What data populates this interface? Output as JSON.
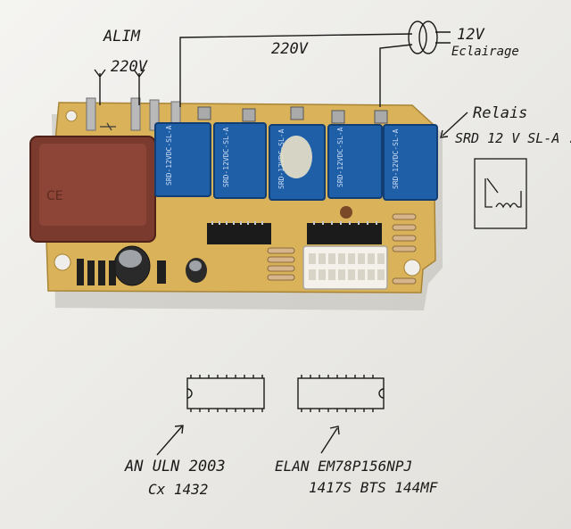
{
  "annotations": {
    "alim": "ALIM",
    "alim_voltage": "220V",
    "supply_wire": "220V",
    "lamp_voltage": "12V",
    "lamp_name": "Eclairage",
    "relay_title": "Relais",
    "relay_model": "SRD 12 V SL-A .",
    "chip_left_line1": "AN ULN 2003",
    "chip_left_line2": "Cx 1432",
    "chip_right_line1": "ELAN EM78P156NPJ",
    "chip_right_line2": "1417S BTS 144MF"
  },
  "board": {
    "relays": [
      {
        "label": "SRD-12VDC-SL-A"
      },
      {
        "label": "SRD-12VDC-SL-A"
      },
      {
        "label": "SRD-12VDC-SL-A"
      },
      {
        "label": "SRD-12VDC-SL-A"
      },
      {
        "label": "SRD-12VDC-SL-A"
      }
    ]
  },
  "colors": {
    "paper": "#efeeea",
    "pcb": "#d9b25a",
    "relay": "#1f5fa8",
    "transformer": "#7a3a2e",
    "ink": "#1a1a1a"
  }
}
